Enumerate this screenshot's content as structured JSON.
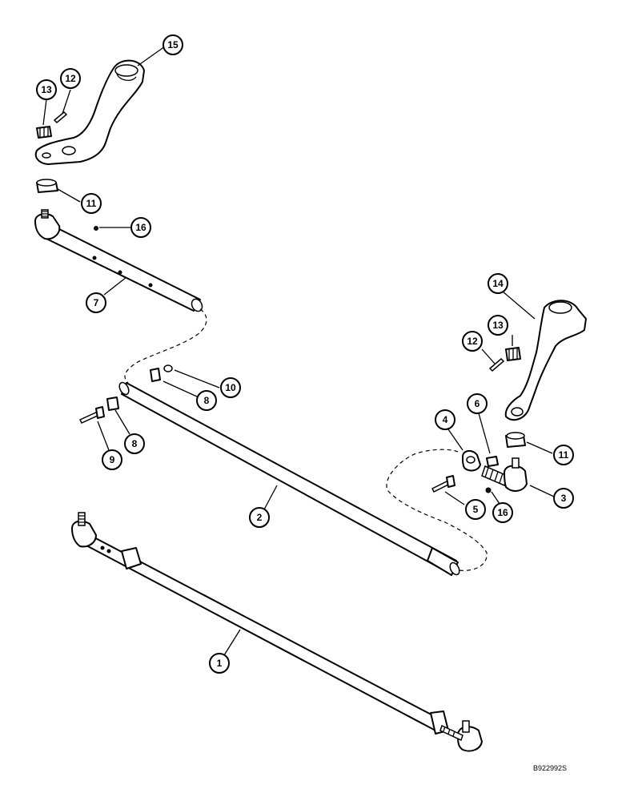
{
  "diagram": {
    "reference_code": "B922992S",
    "callouts": [
      {
        "id": "c1",
        "label": "1"
      },
      {
        "id": "c2",
        "label": "2"
      },
      {
        "id": "c3",
        "label": "3"
      },
      {
        "id": "c4",
        "label": "4"
      },
      {
        "id": "c5",
        "label": "5"
      },
      {
        "id": "c6",
        "label": "6"
      },
      {
        "id": "c7",
        "label": "7"
      },
      {
        "id": "c8a",
        "label": "8"
      },
      {
        "id": "c8b",
        "label": "8"
      },
      {
        "id": "c9",
        "label": "9"
      },
      {
        "id": "c10",
        "label": "10"
      },
      {
        "id": "c11a",
        "label": "11"
      },
      {
        "id": "c11b",
        "label": "11"
      },
      {
        "id": "c12a",
        "label": "12"
      },
      {
        "id": "c12b",
        "label": "12"
      },
      {
        "id": "c13a",
        "label": "13"
      },
      {
        "id": "c13b",
        "label": "13"
      },
      {
        "id": "c14",
        "label": "14"
      },
      {
        "id": "c15",
        "label": "15"
      },
      {
        "id": "c16a",
        "label": "16"
      },
      {
        "id": "c16b",
        "label": "16"
      }
    ]
  }
}
